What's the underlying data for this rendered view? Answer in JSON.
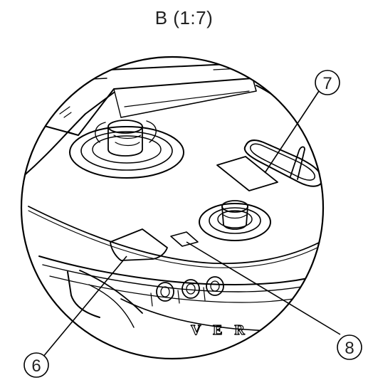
{
  "detail_label": "B (1:7)",
  "callouts": [
    {
      "id": "7",
      "label": "7"
    },
    {
      "id": "6",
      "label": "6"
    },
    {
      "id": "8",
      "label": "8"
    }
  ],
  "panel_lettering": "V E R"
}
